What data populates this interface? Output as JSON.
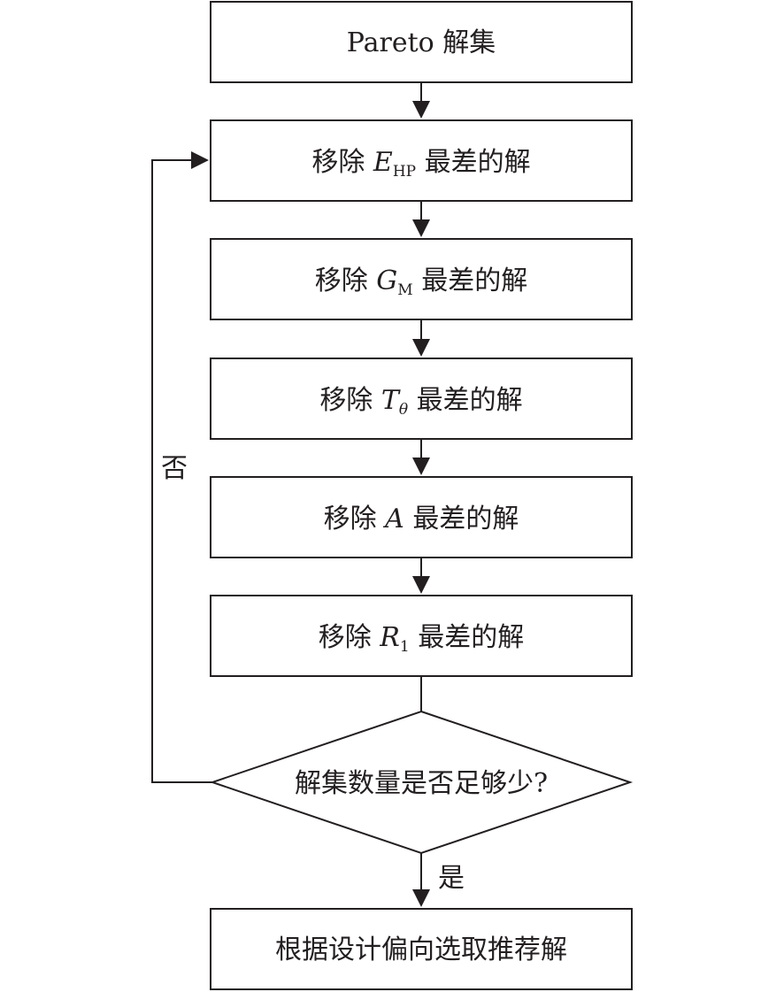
{
  "nodes": {
    "pareto": {
      "text": "Pareto 解集"
    },
    "remove_ehp": {
      "prefix": "移除 ",
      "var": "E",
      "sub": "HP",
      "suffix": " 最差的解"
    },
    "remove_gm": {
      "prefix": "移除 ",
      "var": "G",
      "sub": "M",
      "suffix": " 最差的解"
    },
    "remove_ttheta": {
      "prefix": "移除 ",
      "var": "T",
      "sub": "θ",
      "suffix": " 最差的解"
    },
    "remove_a": {
      "prefix": "移除 ",
      "var": "A",
      "suffix": " 最差的解"
    },
    "remove_r1": {
      "prefix": "移除 ",
      "var": "R",
      "sub": "1",
      "suffix": " 最差的解"
    },
    "decision": {
      "text": "解集数量是否足够少?"
    },
    "recommend": {
      "text": "根据设计偏向选取推荐解"
    }
  },
  "edges": {
    "no_label": "否",
    "yes_label": "是"
  },
  "colors": {
    "stroke": "#231f20",
    "background": "#ffffff"
  }
}
